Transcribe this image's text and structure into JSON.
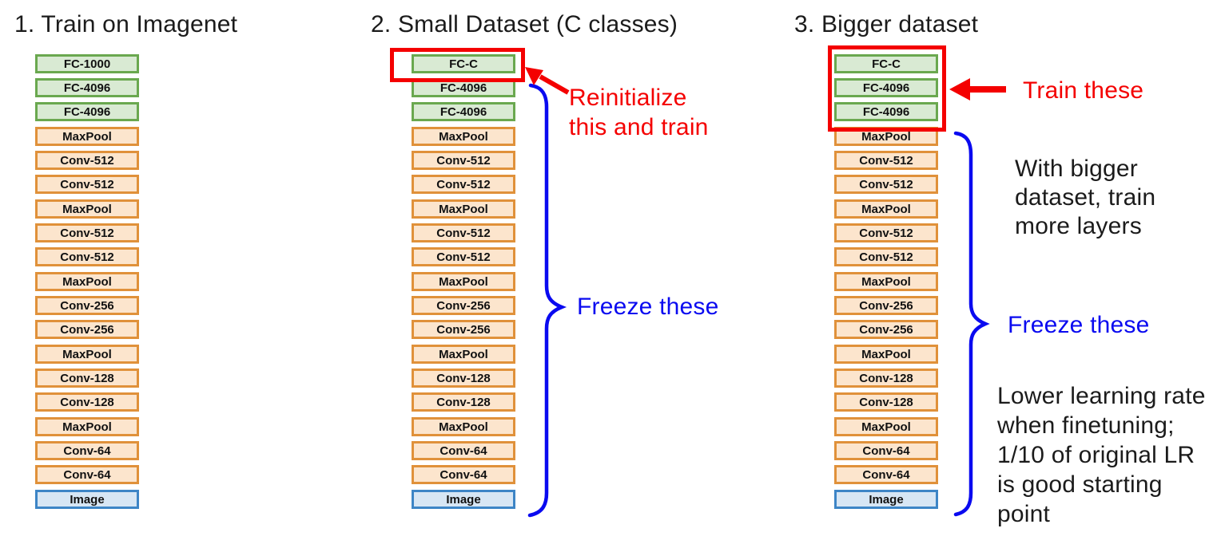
{
  "palette": {
    "fc_fill": "#d9ead3",
    "fc_border": "#6aa84f",
    "conv_fill": "#fce5cd",
    "conv_border": "#e0913a",
    "image_fill": "#d7e6f4",
    "image_border": "#3d85c6",
    "highlight_red": "#f40000",
    "brace_blue": "#0a0af0",
    "text_black": "#1b1b1b"
  },
  "columns": [
    {
      "title": "1. Train on Imagenet",
      "groups": [
        {
          "kind": "fc",
          "labels": [
            "FC-1000",
            "FC-4096",
            "FC-4096"
          ]
        },
        {
          "kind": "conv",
          "labels": [
            "MaxPool",
            "Conv-512",
            "Conv-512"
          ]
        },
        {
          "kind": "conv",
          "labels": [
            "MaxPool",
            "Conv-512",
            "Conv-512"
          ]
        },
        {
          "kind": "conv",
          "labels": [
            "MaxPool",
            "Conv-256",
            "Conv-256"
          ]
        },
        {
          "kind": "conv",
          "labels": [
            "MaxPool",
            "Conv-128",
            "Conv-128"
          ]
        },
        {
          "kind": "conv",
          "labels": [
            "MaxPool",
            "Conv-64",
            "Conv-64"
          ]
        },
        {
          "kind": "image",
          "labels": [
            "Image"
          ]
        }
      ]
    },
    {
      "title": "2. Small Dataset (C classes)",
      "groups": [
        {
          "kind": "fc",
          "labels": [
            "FC-C",
            "FC-4096",
            "FC-4096"
          ]
        },
        {
          "kind": "conv",
          "labels": [
            "MaxPool",
            "Conv-512",
            "Conv-512"
          ]
        },
        {
          "kind": "conv",
          "labels": [
            "MaxPool",
            "Conv-512",
            "Conv-512"
          ]
        },
        {
          "kind": "conv",
          "labels": [
            "MaxPool",
            "Conv-256",
            "Conv-256"
          ]
        },
        {
          "kind": "conv",
          "labels": [
            "MaxPool",
            "Conv-128",
            "Conv-128"
          ]
        },
        {
          "kind": "conv",
          "labels": [
            "MaxPool",
            "Conv-64",
            "Conv-64"
          ]
        },
        {
          "kind": "image",
          "labels": [
            "Image"
          ]
        }
      ]
    },
    {
      "title": "3. Bigger dataset",
      "groups": [
        {
          "kind": "fc",
          "labels": [
            "FC-C",
            "FC-4096",
            "FC-4096"
          ]
        },
        {
          "kind": "conv",
          "labels": [
            "MaxPool",
            "Conv-512",
            "Conv-512"
          ]
        },
        {
          "kind": "conv",
          "labels": [
            "MaxPool",
            "Conv-512",
            "Conv-512"
          ]
        },
        {
          "kind": "conv",
          "labels": [
            "MaxPool",
            "Conv-256",
            "Conv-256"
          ]
        },
        {
          "kind": "conv",
          "labels": [
            "MaxPool",
            "Conv-128",
            "Conv-128"
          ]
        },
        {
          "kind": "conv",
          "labels": [
            "MaxPool",
            "Conv-64",
            "Conv-64"
          ]
        },
        {
          "kind": "image",
          "labels": [
            "Image"
          ]
        }
      ]
    }
  ],
  "annotations": {
    "reinitialize": "Reinitialize\nthis and train",
    "freeze_small": "Freeze these",
    "train_these": "Train these",
    "with_bigger": "With bigger\ndataset, train\nmore layers",
    "freeze_big": "Freeze these",
    "lower_lr": "Lower learning rate\nwhen finetuning;\n1/10 of original LR\nis good starting\npoint"
  }
}
